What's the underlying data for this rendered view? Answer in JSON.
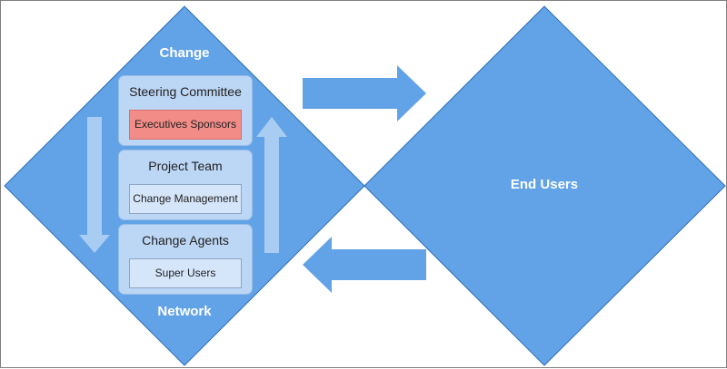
{
  "colors": {
    "diamond_fill": "#62a3e7",
    "diamond_stroke": "#2f6fb5",
    "band_fill": "#bcd6f5",
    "inner_box_fill": "#d5e5fa",
    "highlight_fill": "#f28c87",
    "flow_arrow_fill": "#62a3e7",
    "inner_arrow_fill": "#a9ccf3"
  },
  "left_diamond": {
    "top_label": "Change",
    "bottom_label": "Network",
    "levels": [
      {
        "title": "Steering Committee",
        "box": "Executives Sponsors",
        "highlighted": true
      },
      {
        "title": "Project Team",
        "box": "Change Management",
        "highlighted": false
      },
      {
        "title": "Change Agents",
        "box": "Super Users",
        "highlighted": false
      }
    ]
  },
  "right_diamond": {
    "label": "End Users"
  }
}
